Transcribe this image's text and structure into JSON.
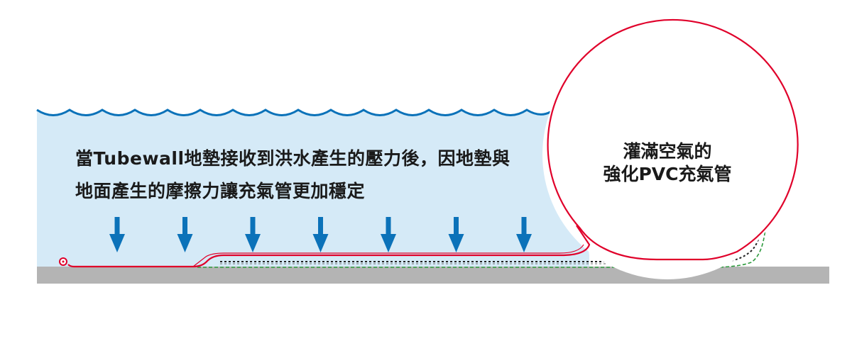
{
  "description": {
    "line1": "當Tubewall地墊接收到洪水產生的壓力後，因地墊與",
    "line2": "地面產生的摩擦力讓充氣管更加穩定"
  },
  "tube_label": {
    "line1": "灌滿空氣的",
    "line2": "強化PVC充氣管"
  },
  "colors": {
    "water_fill": "#d5eaf7",
    "water_wave": "#0b72b9",
    "arrow": "#0b72b9",
    "tube_outline": "#e0002a",
    "ground": "#b4b4b4",
    "dashed_green": "#2e9b3e",
    "dashed_black": "#222222"
  },
  "arrow_count": 7
}
